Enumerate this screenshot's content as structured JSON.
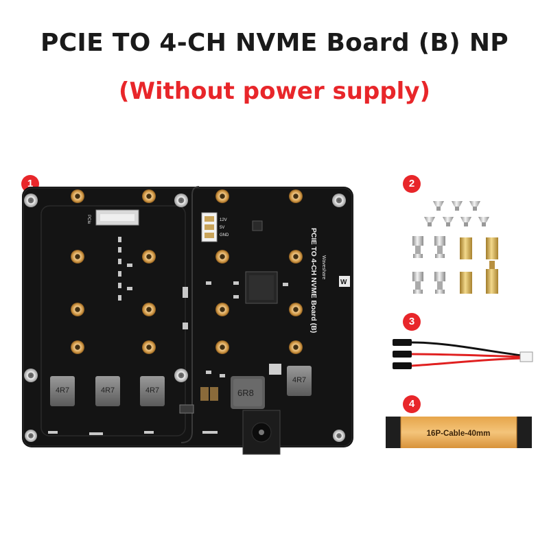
{
  "title": "PCIE TO 4-CH NVME Board (B) NP",
  "subtitle": "(Without power supply)",
  "accent_color": "#e8262a",
  "items": [
    {
      "number": "1",
      "name": "pcie-to-4ch-nvme-board"
    },
    {
      "number": "2",
      "name": "screws-and-standoffs"
    },
    {
      "number": "3",
      "name": "power-cable"
    },
    {
      "number": "4",
      "name": "ffc-cable"
    }
  ],
  "board": {
    "label_line1": "PCIE TO 4-CH NVME Board (B)",
    "brand": "Waveshare",
    "pcie_label": "PCIe",
    "power_pins": [
      "12V",
      "5V",
      "GND"
    ],
    "inductor_labels": [
      "4R7",
      "4R7",
      "4R7",
      "4R7"
    ],
    "main_inductor": "6R8"
  },
  "cable_label": "16P-Cable-40mm"
}
